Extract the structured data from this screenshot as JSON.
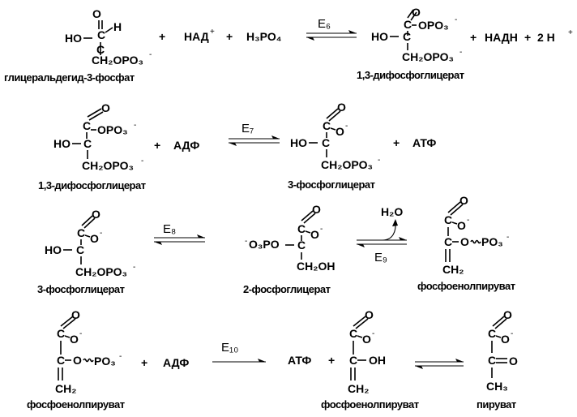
{
  "atoms": {
    "O": "O",
    "O_minus": "O⁻",
    "OPO3": "OPO₃",
    "OPO3_minus": "OPO₃⁻",
    "H": "H",
    "HO": "HO",
    "C": "C",
    "CH2": "CH₂",
    "CH3": "CH₃",
    "CH2OPO3": "CH₂OPO₃",
    "minus": "-",
    "CH2OH": "CH₂OH",
    "O3PO": "O₃PO",
    "OH": "OH",
    "O_wavy_PO3": "O",
    "PO3": "PO₃",
    "H2O": "H₂O"
  },
  "reagents": {
    "plus": "+",
    "NAD_base": "НАД",
    "NAD_sup": "+",
    "H3PO4": "H₃PO₄",
    "NADH": "НАДН",
    "twoH": "2 H",
    "H_sup": "+",
    "ADP": "АДФ",
    "ATP": "АТФ"
  },
  "enzymes": {
    "E6": "E₆",
    "E7": "E₇",
    "E8": "E₈",
    "E9": "E₉",
    "E10": "E₁₀"
  },
  "labels": {
    "gap": "глицеральдегид-3-фосфат",
    "bpg": "1,3-дифосфоглицерат",
    "pg3": "3-фосфоглицерат",
    "pg2": "2-фосфоглицерат",
    "pep": "фосфоенолпируват",
    "pyruvate": "пируват"
  }
}
